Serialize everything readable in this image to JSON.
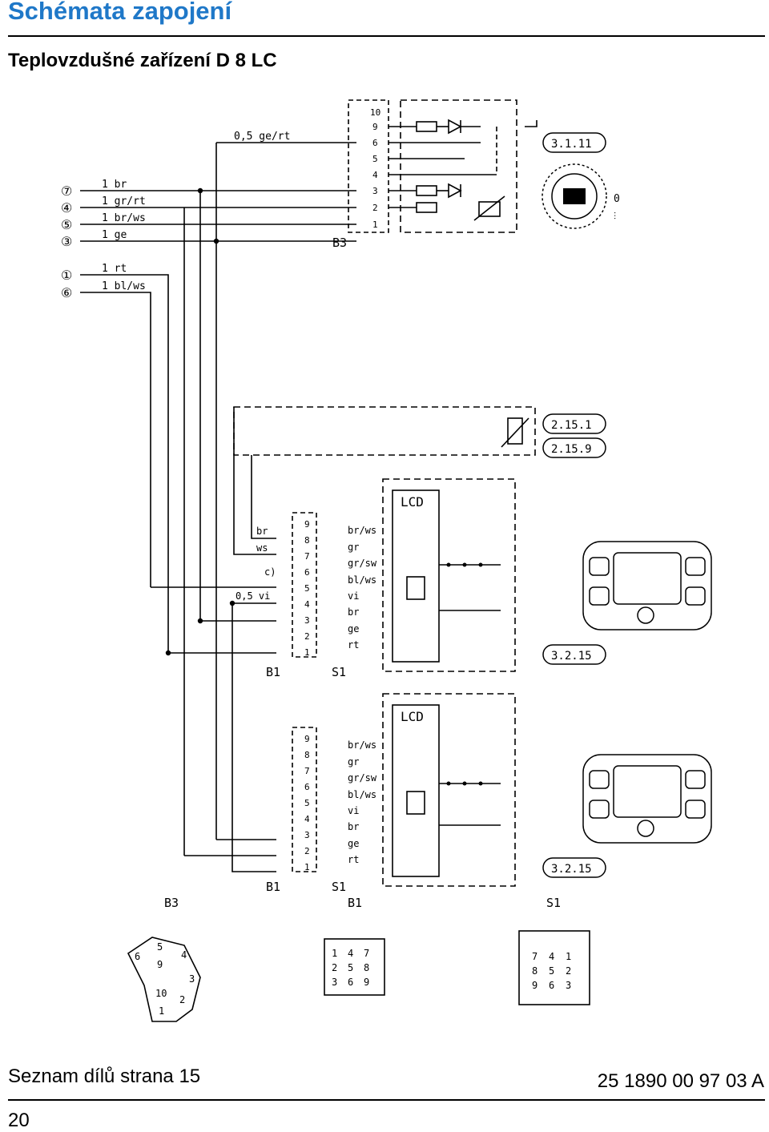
{
  "header": {
    "title": "Schémata zapojení",
    "subtitle": "Teplovzdušné zařízení D 8 LC"
  },
  "top_harness": {
    "wire_ge_rt": "0,5 ge/rt",
    "markers": [
      "⑦",
      "④",
      "⑤",
      "③",
      "①",
      "⑥"
    ],
    "wires": [
      "1 br",
      "1 gr/rt",
      "1 br/ws",
      "1 ge",
      "1 rt",
      "1 bl/ws"
    ],
    "connector_label": "B3",
    "pins": [
      "10",
      "9",
      "6",
      "5",
      "4",
      "3",
      "2",
      "1"
    ],
    "part_ref": "3.1.11",
    "switch_zero": "0"
  },
  "middle_section": {
    "sensor_refs": [
      "2.15.1",
      "2.15.9"
    ],
    "lcd_label": "LCD",
    "pins": [
      "9",
      "8",
      "7",
      "6",
      "5",
      "4",
      "3",
      "2",
      "1"
    ],
    "left_wires": [
      "br",
      "ws",
      "c)",
      "0,5 vi"
    ],
    "right_wires": [
      "br/ws",
      "gr",
      "gr/sw",
      "bl/ws",
      "vi",
      "br",
      "ge",
      "rt"
    ],
    "connector_labels": [
      "B1",
      "S1"
    ],
    "part_ref": "3.2.15"
  },
  "lower_section": {
    "lcd_label": "LCD",
    "pins": [
      "9",
      "8",
      "7",
      "6",
      "5",
      "4",
      "3",
      "2",
      "1"
    ],
    "right_wires": [
      "br/ws",
      "gr",
      "gr/sw",
      "bl/ws",
      "vi",
      "br",
      "ge",
      "rt"
    ],
    "connector_labels": [
      "B1",
      "S1"
    ],
    "part_ref": "3.2.15"
  },
  "connector_views": {
    "labels": [
      "B3",
      "B1",
      "S1"
    ],
    "b3_pins": [
      "6",
      "5",
      "9",
      "4",
      "3",
      "10",
      "2",
      "1"
    ],
    "b1_grid": [
      [
        "1",
        "4",
        "7"
      ],
      [
        "2",
        "5",
        "8"
      ],
      [
        "3",
        "6",
        "9"
      ]
    ],
    "s1_grid": [
      [
        "7",
        "4",
        "1"
      ],
      [
        "8",
        "5",
        "2"
      ],
      [
        "9",
        "6",
        "3"
      ]
    ]
  },
  "footer": {
    "parts_list": "Seznam dílů strana 15",
    "doc_number": "25 1890 00 97 03 A",
    "page": "20"
  }
}
